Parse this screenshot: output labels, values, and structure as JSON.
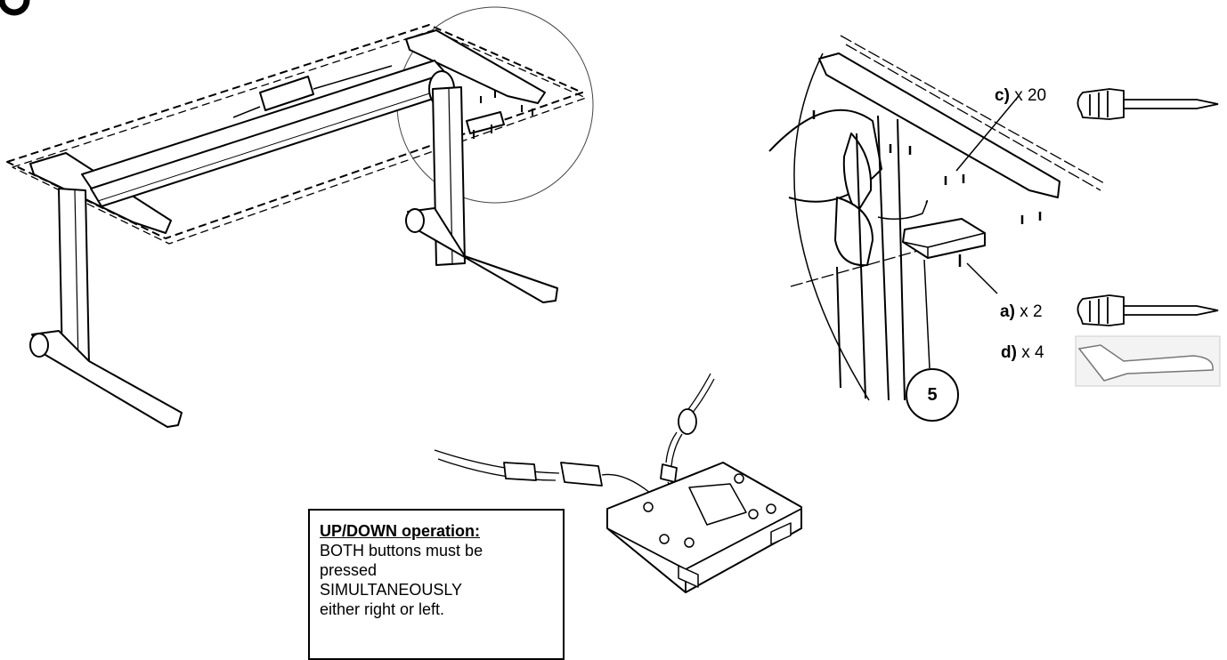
{
  "labels": {
    "screws_c": {
      "letter": "c)",
      "qty": "x 20"
    },
    "screws_a": {
      "letter": "a)",
      "qty": "x 2"
    },
    "tool_d": {
      "letter": "d)",
      "qty": "x 4"
    },
    "callout": "5"
  },
  "note": {
    "title": "UP/DOWN operation:",
    "body": "BOTH buttons must be\npressed\nSIMULTANEOUSLY\neither right or left."
  }
}
